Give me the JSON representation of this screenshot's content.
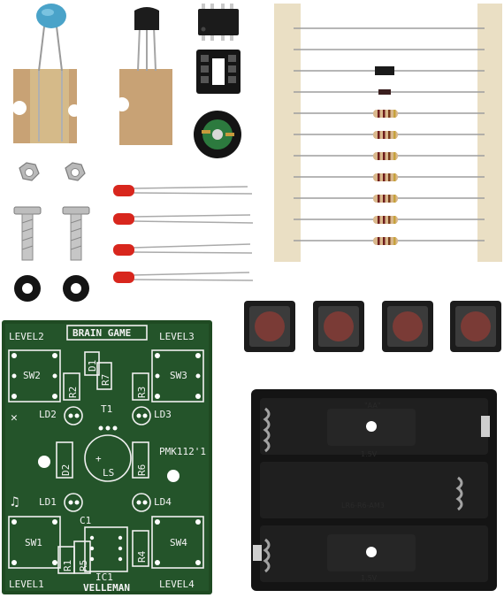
{
  "board": {
    "title": "BRAIN GAME",
    "brand": "VELLEMAN",
    "model": "PMK112'1",
    "corners": {
      "tl": "LEVEL2",
      "tr": "LEVEL3",
      "bl": "LEVEL1",
      "br": "LEVEL4"
    },
    "switches": [
      "SW1",
      "SW2",
      "SW3",
      "SW4"
    ],
    "leds": [
      "LD1",
      "LD2",
      "LD3",
      "LD4"
    ],
    "resistors": [
      "R1",
      "R2",
      "R3",
      "R4",
      "R5",
      "R6",
      "R7"
    ],
    "others": {
      "d1": "D1",
      "d2": "D2",
      "t1": "T1",
      "c1": "C1",
      "ic1": "IC1",
      "ls": "LS",
      "plus": "+"
    }
  },
  "holder": {
    "aa": "\"AA\"",
    "v1": "1.5V",
    "v2": "1.5V",
    "mid": "LR6-R6-AM3"
  },
  "colors": {
    "pcb": "#1f4a22",
    "silkscreen": "#f2f2f2",
    "tape": "#eadfc4",
    "cardboard": "#c8a275",
    "led": "#d8261d",
    "button": "#7a3b36"
  }
}
